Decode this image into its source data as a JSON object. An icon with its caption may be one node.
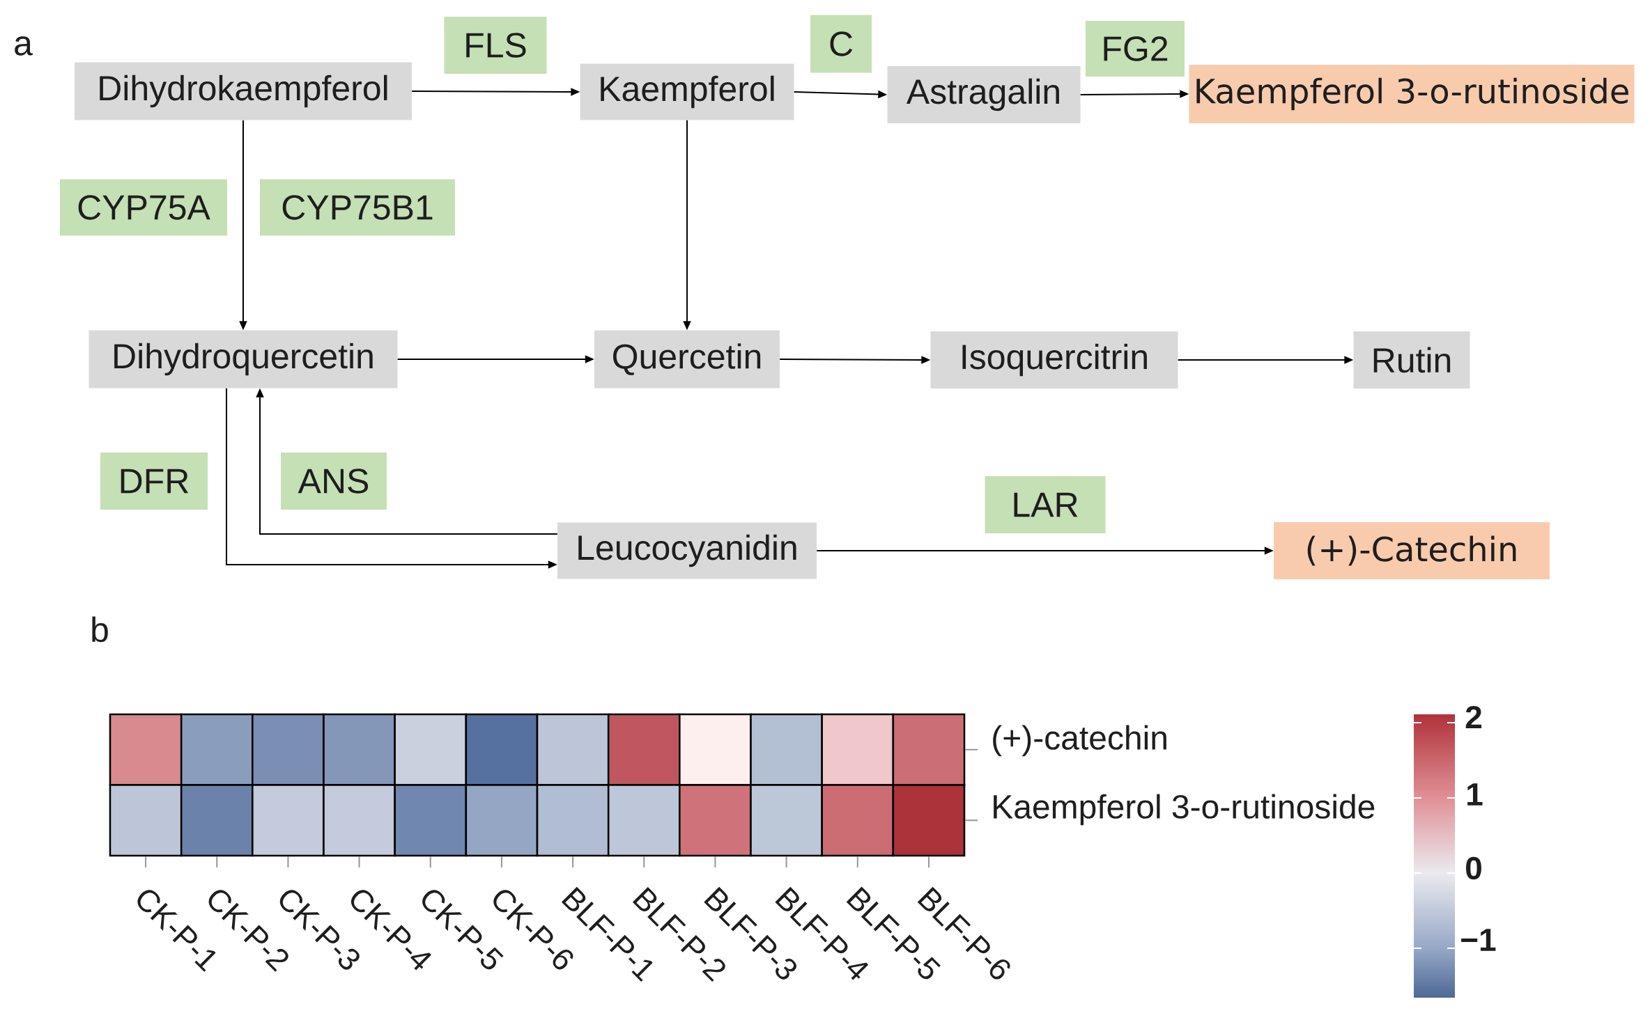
{
  "diagram": {
    "nodes": [
      {
        "text": [
          "FLS"
        ]
      },
      {
        "text": [
          "C"
        ]
      },
      {
        "text": [
          "FG2"
        ]
      },
      {
        "text": [
          "Dihydrokaempferol"
        ]
      },
      {
        "text": [
          "Kaempferol"
        ]
      },
      {
        "text": [
          "Astragalin"
        ]
      },
      {
        "text": [
          "Kaempferol 3-o-rutinoside"
        ]
      },
      {
        "text": [
          "CYP75A"
        ]
      },
      {
        "text": [
          "CYP75B1"
        ]
      },
      {
        "text": [
          "Dihydroquercetin"
        ]
      },
      {
        "text": [
          "Quercetin"
        ]
      },
      {
        "text": [
          "Isoquercitrin"
        ]
      },
      {
        "text": [
          "Rutin"
        ]
      },
      {
        "text": [
          "DFR"
        ]
      },
      {
        "text": [
          "ANS"
        ]
      },
      {
        "text": [
          "LAR"
        ]
      },
      {
        "text": [
          "Leucocyanidin"
        ]
      },
      {
        "text": [
          "(+)-Catechin"
        ]
      }
    ],
    "edges": [
      {
        "from": 3,
        "to": 4,
        "arrow": "to"
      },
      {
        "from": 4,
        "to": 5,
        "arrow": "to"
      },
      {
        "from": 5,
        "to": 6,
        "arrow": "to"
      },
      {
        "from": 3,
        "to": 9,
        "arrow": "to"
      },
      {
        "from": 4,
        "to": 10,
        "arrow": "to"
      },
      {
        "from": 9,
        "to": 10,
        "arrow": "to"
      },
      {
        "from": 10,
        "to": 11,
        "arrow": "to"
      },
      {
        "from": 11,
        "to": 12,
        "arrow": "to"
      },
      {
        "from": 9,
        "to": 16,
        "arrow": "to"
      },
      {
        "from": 16,
        "to": 9,
        "arrow": "to"
      },
      {
        "from": 16,
        "to": 17,
        "arrow": "to"
      }
    ],
    "labels": [
      "a",
      "b",
      "(+)-catechin",
      "Kaempferol 3-o-rutinoside",
      "CK-P-1",
      "CK-P-2",
      "CK-P-3",
      "CK-P-4",
      "CK-P-5",
      "CK-P-6",
      "BLF-P-1",
      "BLF-P-2",
      "BLF-P-3",
      "BLF-P-4",
      "BLF-P-5",
      "BLF-P-6",
      "2",
      "1",
      "0",
      "−1"
    ]
  }
}
